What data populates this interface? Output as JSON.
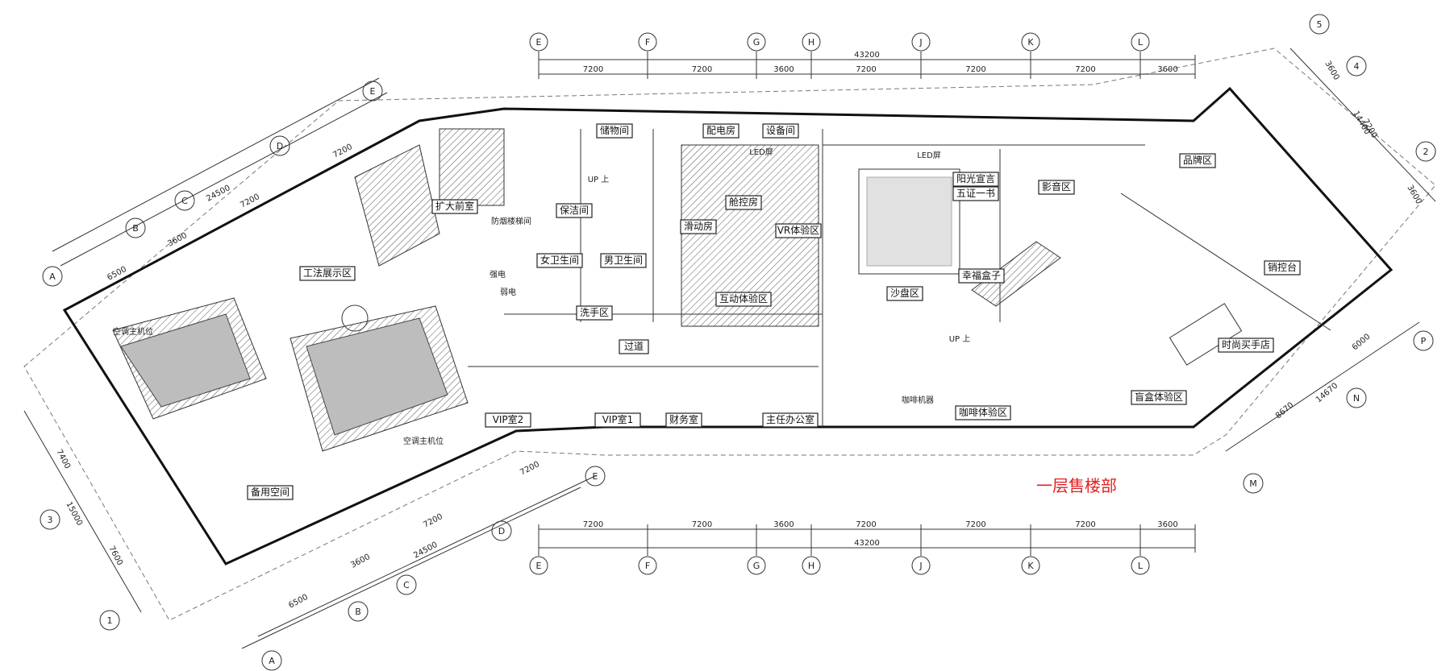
{
  "title": "一层售楼部",
  "title_color": "#e02020",
  "rooms": [
    "储物间",
    "配电房",
    "设备间",
    "LED屏",
    "LED屏",
    "扩大前室",
    "防烟楼梯间",
    "保洁间",
    "女卫生间",
    "男卫生间",
    "强电",
    "弱电",
    "洗手区",
    "舱控房",
    "滑动房",
    "VR体验区",
    "互动体验区",
    "阳光宣言",
    "五证一书",
    "幸福盒子",
    "沙盘区",
    "影音区",
    "品牌区",
    "销控台",
    "时尚买手店",
    "盲盒体验区",
    "咖啡机器",
    "咖啡体验区",
    "过道",
    "VIP室2",
    "VIP室1",
    "财务室",
    "主任办公室",
    "工法展示区",
    "空调主机位",
    "空调主机位",
    "备用空间",
    "UP 上",
    "UP 上"
  ],
  "axes_top": [
    "E",
    "F",
    "G",
    "H",
    "J",
    "K",
    "L"
  ],
  "axes_bottom": [
    "E",
    "F",
    "G",
    "H",
    "J",
    "K",
    "L"
  ],
  "dims_h": [
    "7200",
    "7200",
    "3600",
    "7200",
    "7200",
    "7200",
    "3600"
  ],
  "total_h": "43200",
  "axes_left_upper": [
    "A",
    "B",
    "C",
    "D",
    "E"
  ],
  "dims_left_upper": [
    "6500",
    "3600",
    "7200",
    "7200"
  ],
  "total_left_upper": "24500",
  "axes_left_lower": [
    "A",
    "B",
    "C",
    "D",
    "E"
  ],
  "dims_left_lower": [
    "6500",
    "3600",
    "7200",
    "7200"
  ],
  "total_left_lower": "24500",
  "axes_left_side": [
    "3",
    "1"
  ],
  "dims_left_side": [
    "7400",
    "7600"
  ],
  "total_left_side": "15000",
  "axes_right_upper": [
    "5",
    "4",
    "2"
  ],
  "dims_right_upper": [
    "3600",
    "7200",
    "3600"
  ],
  "total_right_upper": "14400",
  "axes_right_lower": [
    "P",
    "N",
    "M"
  ],
  "dims_right_lower": [
    "6000",
    "8670"
  ],
  "total_right_lower": "14670"
}
